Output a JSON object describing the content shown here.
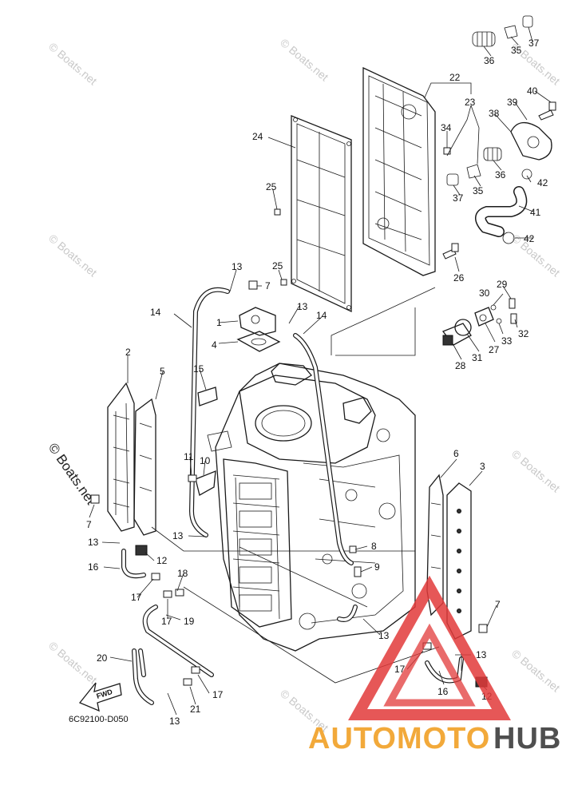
{
  "diagram": {
    "code": "6C92100-D050",
    "fwd_label": "FWD",
    "watermark_text": "© Boats.net",
    "callouts": [
      "1",
      "2",
      "3",
      "4",
      "5",
      "6",
      "7",
      "7",
      "7",
      "8",
      "9",
      "10",
      "11",
      "12",
      "12",
      "13",
      "13",
      "13",
      "13",
      "13",
      "13",
      "13",
      "14",
      "14",
      "15",
      "16",
      "16",
      "17",
      "17",
      "17",
      "17",
      "18",
      "19",
      "20",
      "21",
      "22",
      "23",
      "24",
      "25",
      "25",
      "26",
      "27",
      "28",
      "29",
      "30",
      "31",
      "32",
      "33",
      "34",
      "35",
      "35",
      "36",
      "36",
      "37",
      "37",
      "38",
      "39",
      "40",
      "41",
      "42",
      "42"
    ]
  },
  "logo": {
    "part1": "AUTOMOTO",
    "part2": "HUB",
    "triangle_color": "#e23a3a",
    "part1_color": "#f2a93a",
    "part2_color": "#4f4f4f"
  }
}
